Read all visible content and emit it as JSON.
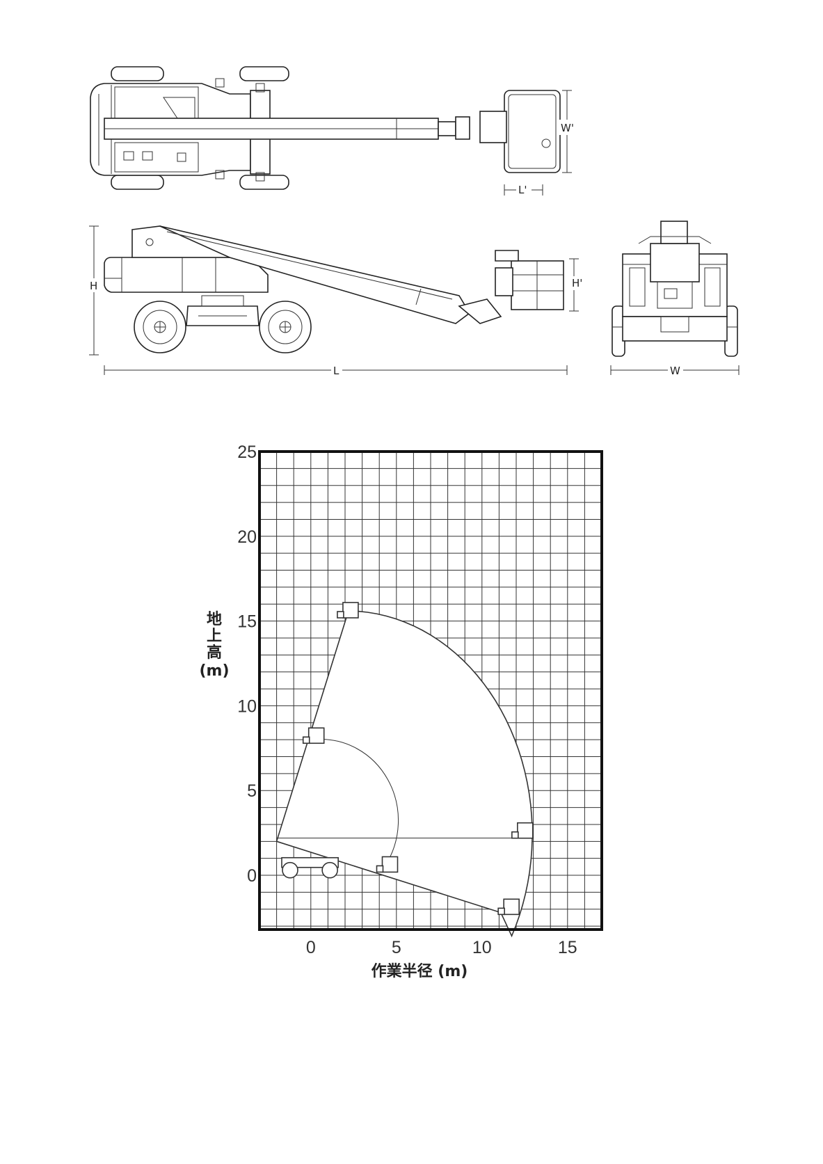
{
  "views": {
    "top_view": {
      "dimension_labels": {
        "platform_width": "W'",
        "platform_length": "L'"
      }
    },
    "side_view": {
      "dimension_labels": {
        "height": "H",
        "length": "L",
        "platform_height": "H'"
      }
    },
    "rear_view": {
      "dimension_labels": {
        "width": "W"
      }
    }
  },
  "range_chart": {
    "x_axis_title": "作業半径 (m)",
    "y_axis_title_lines": [
      "地",
      "上",
      "高",
      "(m)"
    ],
    "x_ticks": [
      "0",
      "5",
      "10",
      "15"
    ],
    "y_ticks": [
      "25",
      "20",
      "15",
      "10",
      "5",
      "0"
    ],
    "x_range": [
      -3,
      17
    ],
    "y_range": [
      -3.2,
      25
    ],
    "grid_step_m": 1,
    "outer_envelope_m": [
      [
        -2,
        2
      ],
      [
        2.2,
        15.6
      ],
      [
        12.9,
        2.3
      ],
      [
        11.1,
        -2.2
      ],
      [
        -2,
        2
      ]
    ],
    "inner_arc_m": {
      "start": [
        0.2,
        8
      ],
      "end": [
        4.3,
        0.5
      ]
    },
    "horizontal_reach_line_m": {
      "y": 2.2,
      "x_from": -2,
      "x_to": 12.8
    },
    "platform_markers_m": [
      [
        2.2,
        15.6
      ],
      [
        0.2,
        8.2
      ],
      [
        12.4,
        2.6
      ],
      [
        4.5,
        0.6
      ],
      [
        11.6,
        -1.9
      ]
    ],
    "chassis_m": {
      "x_from": -1.7,
      "x_to": 1.6,
      "y": 0.3
    }
  }
}
